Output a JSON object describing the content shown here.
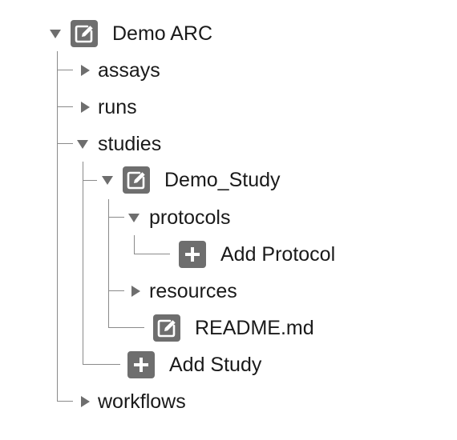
{
  "tree": {
    "root": {
      "label": "Demo ARC",
      "toggle_icon": "triangle-down-icon",
      "icon": "edit-icon",
      "expanded": true
    },
    "assays": {
      "label": "assays",
      "toggle_icon": "triangle-right-icon",
      "expanded": false
    },
    "runs": {
      "label": "runs",
      "toggle_icon": "triangle-right-icon",
      "expanded": false
    },
    "studies": {
      "label": "studies",
      "toggle_icon": "triangle-down-icon",
      "expanded": true
    },
    "demo_study": {
      "label": "Demo_Study",
      "toggle_icon": "triangle-down-icon",
      "icon": "edit-icon",
      "expanded": true
    },
    "protocols": {
      "label": "protocols",
      "toggle_icon": "triangle-down-icon",
      "expanded": true
    },
    "add_protocol": {
      "label": "Add Protocol",
      "icon": "plus-square-icon"
    },
    "resources": {
      "label": "resources",
      "toggle_icon": "triangle-right-icon",
      "expanded": false
    },
    "readme": {
      "label": "README.md",
      "icon": "edit-icon"
    },
    "add_study": {
      "label": "Add Study",
      "icon": "plus-square-icon"
    },
    "workflows": {
      "label": "workflows",
      "toggle_icon": "triangle-right-icon",
      "expanded": false
    }
  },
  "colors": {
    "icon_fill": "#6e6e6e",
    "guide_line": "#8a8a8a",
    "text": "#1a1a1a",
    "background": "#ffffff"
  }
}
